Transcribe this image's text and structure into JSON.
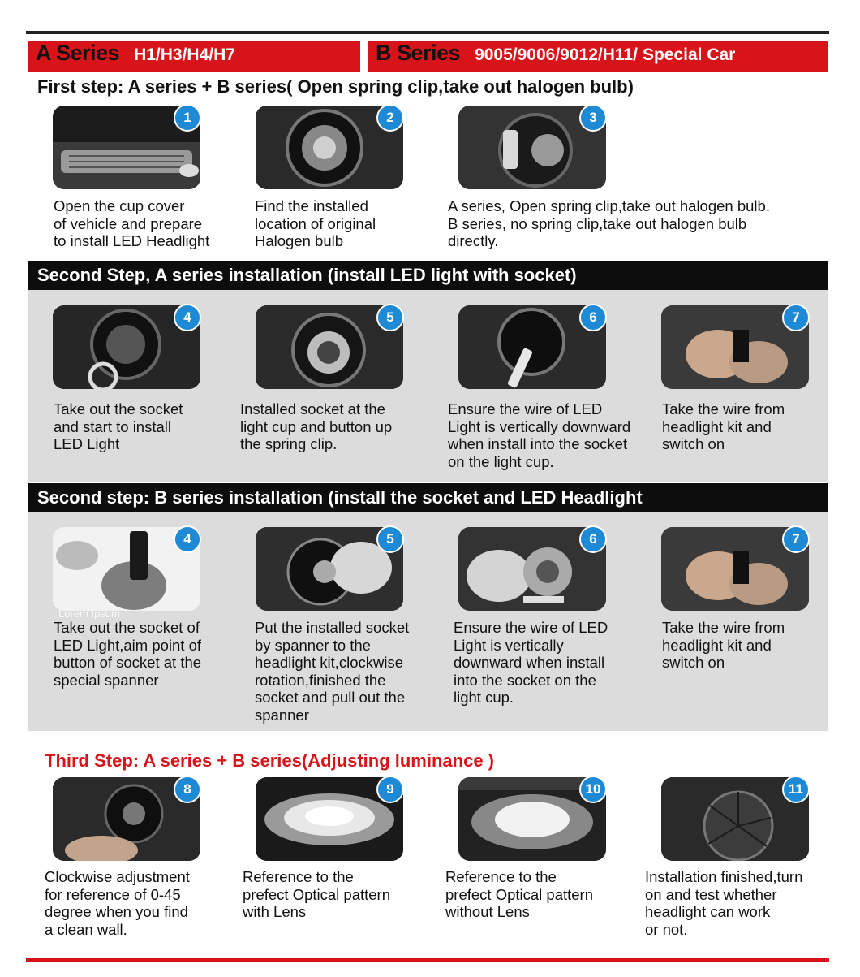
{
  "header": {
    "a_series": "A Series",
    "a_models": "H1/H3/H4/H7",
    "b_series": "B Series",
    "b_models": "9005/9006/9012/H11/",
    "b_special": "Special Car"
  },
  "colors": {
    "accent_red": "#d7141a",
    "badge_blue": "#1e8ad6",
    "bar_black": "#0d0d0d",
    "panel_gray": "#dcdcdc"
  },
  "step1": {
    "title": "First step: A series + B series( Open spring clip,take out halogen bulb)",
    "items": [
      {
        "num": "1",
        "caption": "Open the cup cover\nof vehicle and prepare\nto install LED Headlight"
      },
      {
        "num": "2",
        "caption": "Find the installed\nlocation of original\nHalogen bulb"
      },
      {
        "num": "3",
        "caption": "A series, Open spring clip,take out halogen bulb.\nB series, no spring clip,take out halogen bulb\ndirectly."
      }
    ]
  },
  "step2a": {
    "title": "Second Step, A series installation (install LED light with socket)",
    "items": [
      {
        "num": "4",
        "caption": "Take out the socket\nand start to install\nLED Light"
      },
      {
        "num": "5",
        "caption": "Installed socket at the\nlight cup and button up\nthe spring clip."
      },
      {
        "num": "6",
        "caption": "Ensure the wire of LED\nLight is vertically downward\nwhen install into the socket\non the light cup."
      },
      {
        "num": "7",
        "caption": "Take the wire from\nheadlight kit and\nswitch on"
      }
    ]
  },
  "step2b": {
    "title": "Second step: B series installation (install the socket and LED Headlight",
    "watermark": "Lorem Ipsum",
    "items": [
      {
        "num": "4",
        "caption": "Take out the socket of\nLED Light,aim point of\nbutton of socket at the\nspecial spanner"
      },
      {
        "num": "5",
        "caption": "Put the installed socket\nby spanner to the\nheadlight kit,clockwise\nrotation,finished the\nsocket and pull out the\nspanner"
      },
      {
        "num": "6",
        "caption": "Ensure the wire of LED\nLight is vertically\ndownward when install\ninto the socket on the\nlight cup."
      },
      {
        "num": "7",
        "caption": "Take the wire from\nheadlight kit and\nswitch on"
      }
    ]
  },
  "step3": {
    "title": "Third Step: A series + B series(Adjusting luminance )",
    "items": [
      {
        "num": "8",
        "caption": "Clockwise adjustment\nfor reference of 0-45\ndegree when you find\na clean wall."
      },
      {
        "num": "9",
        "caption": "Reference to the\nprefect Optical pattern\nwith Lens"
      },
      {
        "num": "10",
        "caption": "Reference to the\nprefect Optical pattern\nwithout Lens"
      },
      {
        "num": "11",
        "caption": "Installation finished,turn\non and test whether\nheadlight can work\nor not."
      }
    ]
  }
}
